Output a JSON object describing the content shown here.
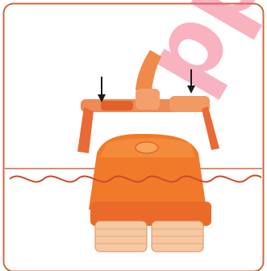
{
  "illustration": {
    "subject": "robot-pool-cleaner-lift",
    "colors": {
      "frame": "#c96a45",
      "robot_body": "#f07a2a",
      "robot_dark": "#d9521c",
      "brush": "#f6c9a2",
      "water_line": "#c94b2c",
      "watermark": "#f05a78"
    },
    "arrows": 2,
    "watermark_text": "ppbv"
  }
}
